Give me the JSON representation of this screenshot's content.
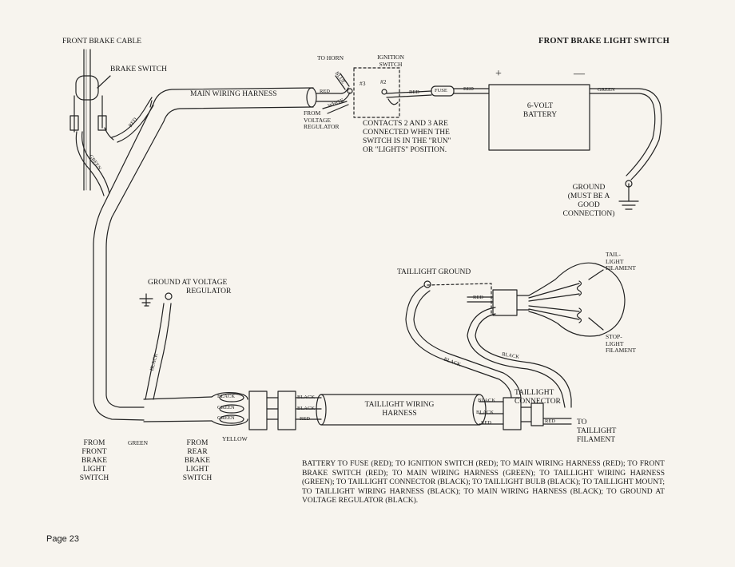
{
  "page": {
    "title": "FRONT BRAKE LIGHT SWITCH",
    "number": "Page 23"
  },
  "labels": {
    "front_brake_cable": "FRONT BRAKE CABLE",
    "brake_switch": "BRAKE SWITCH",
    "main_wiring_harness": "MAIN WIRING HARNESS",
    "to_horn": "TO HORN",
    "ignition_switch": [
      "IGNITION",
      "SWITCH"
    ],
    "from_voltage_regulator": [
      "FROM",
      "VOLTAGE",
      "REGULATOR"
    ],
    "contacts_note": [
      "CONTACTS 2 AND 3 ARE",
      "CONNECTED WHEN THE",
      "SWITCH IS IN THE \"RUN\"",
      "OR \"LIGHTS\" POSITION."
    ],
    "plus": "+",
    "minus": "—",
    "battery": [
      "6-VOLT",
      "BATTERY"
    ],
    "ground_note": [
      "GROUND",
      "(MUST BE A",
      "GOOD",
      "CONNECTION)"
    ],
    "ground_at_voltage_regulator": [
      "GROUND AT VOLTAGE",
      "REGULATOR"
    ],
    "taillight_ground": "TAILLIGHT GROUND",
    "tail_light_filament": [
      "TAIL-",
      "LIGHT",
      "FILAMENT"
    ],
    "stop_light_filament": [
      "STOP-",
      "LIGHT",
      "FILAMENT"
    ],
    "taillight_connector": [
      "TAILLIGHT",
      "CONNECTOR"
    ],
    "taillight_wiring_harness": [
      "TAILLIGHT WIRING",
      "HARNESS"
    ],
    "to_taillight_filament": [
      "TO",
      "TAILLIGHT",
      "FILAMENT"
    ],
    "from_front_brake_light_switch": [
      "FROM",
      "FRONT",
      "BRAKE",
      "LIGHT",
      "SWITCH"
    ],
    "from_rear_brake_light_switch": [
      "FROM",
      "REAR",
      "BRAKE",
      "LIGHT",
      "SWITCH"
    ],
    "green_bottom": "GREEN",
    "yellow": "YELLOW",
    "contact_3": "#3",
    "contact_2": "#2"
  },
  "wire_labels": {
    "red": "RED",
    "white": "WHITE",
    "blue": "BLUE",
    "fuse": "FUSE",
    "green": "GREEN",
    "black": "BLACK"
  },
  "caption": "BATTERY TO FUSE (RED); TO IGNITION SWITCH (RED); TO MAIN WIRING HARNESS (RED); TO FRONT BRAKE SWITCH (RED); TO MAIN WIRING HARNESS (GREEN); TO TAILLIGHT WIRING HARNESS (GREEN); TO TAILLIGHT CONNECTOR (BLACK); TO TAILLIGHT BULB (BLACK); TO TAILLIGHT MOUNT; TO TAILLIGHT WIRING HARNESS (BLACK); TO MAIN WIRING HARNESS (BLACK); TO GROUND AT VOLTAGE REGULATOR (BLACK)."
}
